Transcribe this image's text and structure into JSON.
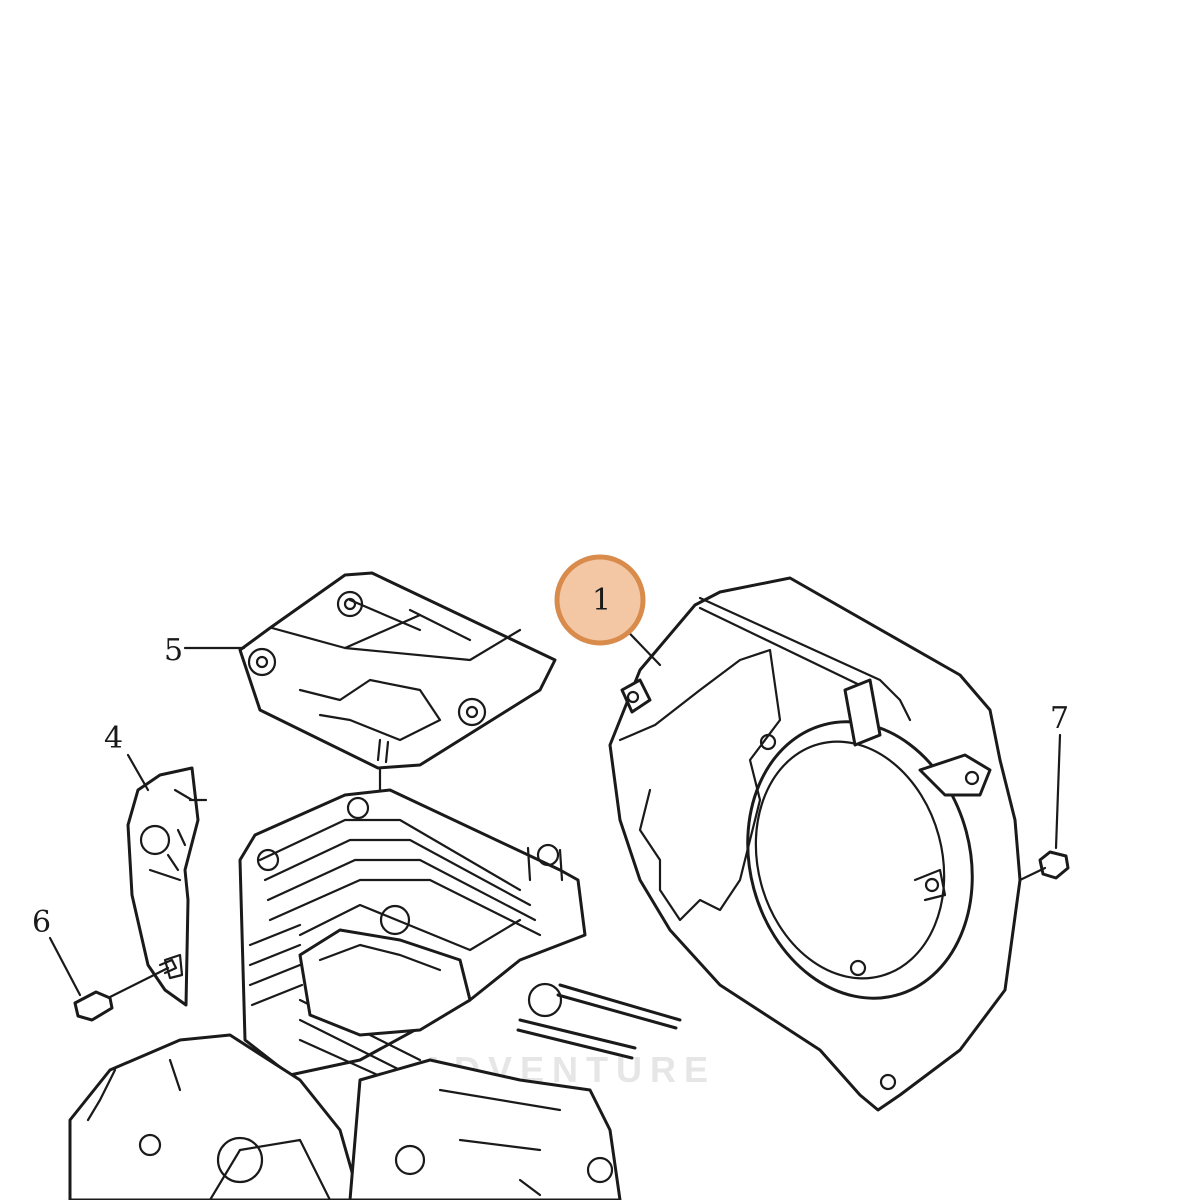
{
  "diagram": {
    "callouts": [
      {
        "id": "1",
        "label": "1",
        "highlighted": true
      },
      {
        "id": "4",
        "label": "4",
        "highlighted": false
      },
      {
        "id": "5",
        "label": "5",
        "highlighted": false
      },
      {
        "id": "6",
        "label": "6",
        "highlighted": false
      },
      {
        "id": "7",
        "label": "7",
        "highlighted": false
      }
    ],
    "highlight_color": "#f3c7a4",
    "highlight_stroke": "#d98b4c",
    "watermark": "ADVENTURE"
  }
}
